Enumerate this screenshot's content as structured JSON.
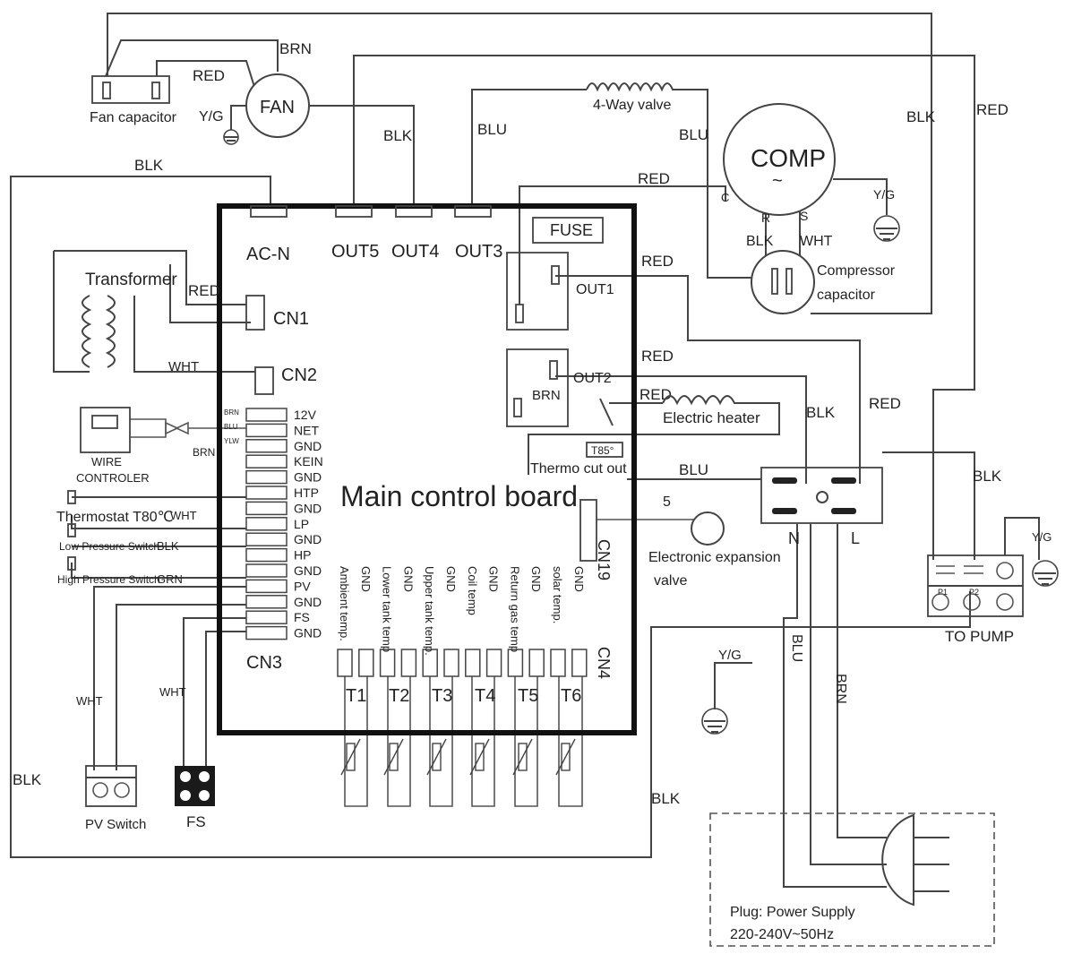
{
  "board": {
    "title": "Main control board",
    "fuse": "FUSE",
    "ac_n": "AC-N",
    "out5": "OUT5",
    "out4": "OUT4",
    "out3": "OUT3",
    "out1": "OUT1",
    "out2": "OUT2",
    "cn1": "CN1",
    "cn2": "CN2",
    "cn3": "CN3",
    "cn4": "CN4",
    "cn19": "CN19"
  },
  "components": {
    "fan": "FAN",
    "fan_capacitor": "Fan capacitor",
    "comp": "COMP",
    "comp_symbol": "~",
    "comp_c": "C",
    "comp_r": "R",
    "comp_s": "S",
    "compressor_capacitor": [
      "Compressor",
      "capacitor"
    ],
    "four_way_valve": "4-Way valve",
    "transformer": "Transformer",
    "wire_controller": [
      "WIRE",
      "CONTROLER"
    ],
    "electric_heater": "Electric heater",
    "thermo_cutout": "Thermo cut out",
    "thermo_rating": "T85°",
    "eev": [
      "Electronic expansion",
      "valve"
    ],
    "eev_num": "5",
    "thermostat": "Thermostat T80℃",
    "low_pressure_switch": "Low Pressure Switch",
    "high_pressure_switch": "High Pressure Switch",
    "pv_switch": "PV Switch",
    "fs": "FS",
    "to_pump": "TO PUMP",
    "pump_p1": "P1",
    "pump_p2": "P2",
    "terminal_n": "N",
    "terminal_l": "L",
    "plug": [
      "Plug: Power Supply",
      "220-240V~50Hz"
    ]
  },
  "cn3_pins": [
    "12V",
    "NET",
    "GND",
    "KEIN",
    "GND",
    "HTP",
    "GND",
    "LP",
    "GND",
    "HP",
    "GND",
    "PV",
    "GND",
    "FS",
    "GND"
  ],
  "cn3_wire_tags": [
    "BRN",
    "BLU",
    "YLW"
  ],
  "cn4_labels": [
    "Ambient temp.",
    "GND",
    "Lower tank temp",
    "GND",
    "Upper tank temp.",
    "GND",
    "Coil temp",
    "GND",
    "Return gas temp",
    "GND",
    "solar temp.",
    "GND"
  ],
  "sensors": [
    "T1",
    "T2",
    "T3",
    "T4",
    "T5",
    "T6"
  ],
  "wires": {
    "brn": "BRN",
    "red": "RED",
    "yg": "Y/G",
    "blk": "BLK",
    "blu": "BLU",
    "wht": "WHT",
    "grn": "GRN"
  }
}
